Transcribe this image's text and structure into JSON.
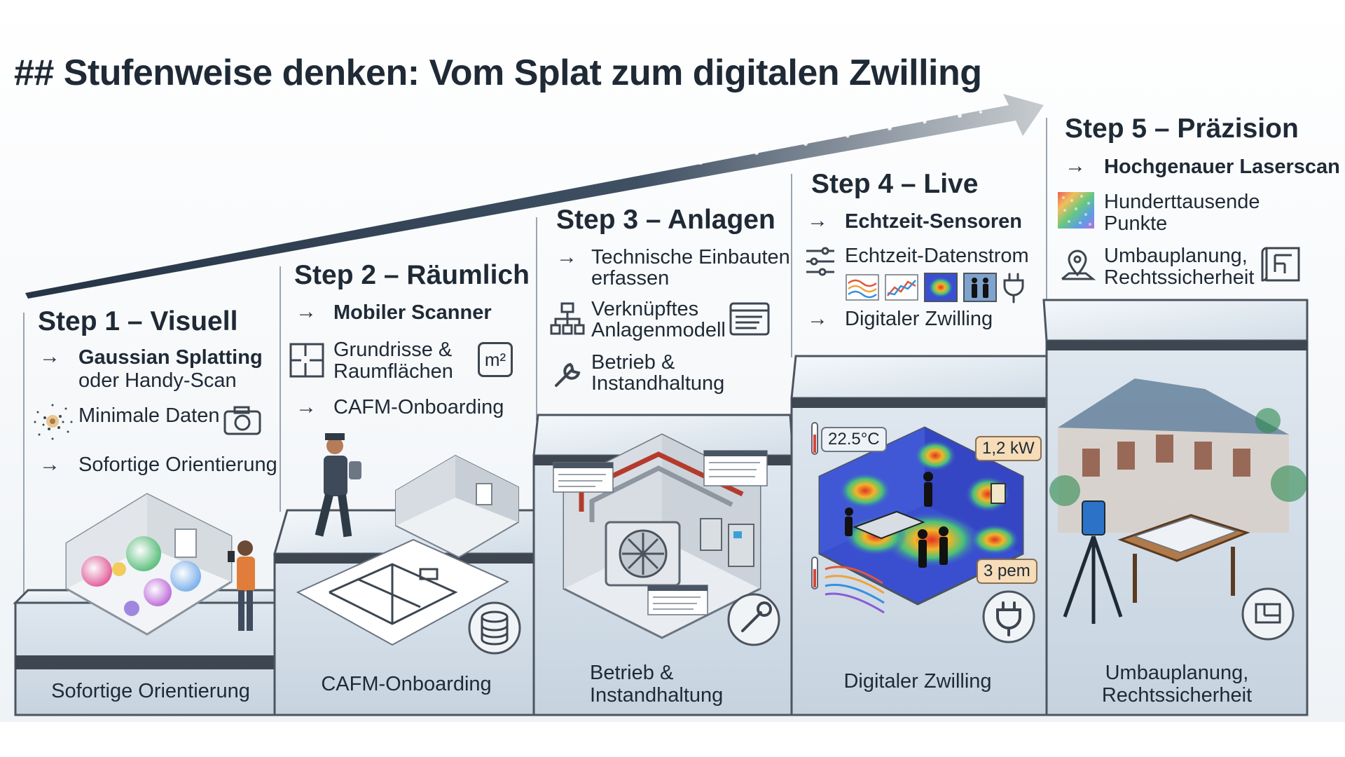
{
  "title": "## Stufenweise denken: Vom Splat zum digitalen Zwilling",
  "colors": {
    "platform_glass": "#c9d6e2",
    "platform_edge": "#4c5560",
    "arrow_dark": "#2b3a4a",
    "heat_warm": "#e0352a",
    "heat_cold": "#3346c8",
    "accent_orange": "#f6dcb8"
  },
  "steps": [
    {
      "heading": "Step 1 – Visuell",
      "lines": [
        {
          "arrow": "→",
          "text": "Gaussian Splatting",
          "bold": true
        },
        {
          "text": "oder Handy-Scan"
        },
        {
          "icon": "splat-dots-icon",
          "text": "Minimale Daten"
        },
        {
          "arrow": "→",
          "text": "Sofortige Orientierung"
        }
      ],
      "icons": [
        "splat-dots-icon",
        "camera-icon"
      ],
      "base_label": "Sofortige Orientierung"
    },
    {
      "heading": "Step 2 – Räumlich",
      "lines": [
        {
          "arrow": "→",
          "text": "Mobiler Scanner",
          "bold": true
        },
        {
          "icon": "floorplan-icon",
          "text": "Grundrisse &"
        },
        {
          "text": "Raumflächen"
        },
        {
          "arrow": "→",
          "text": "CAFM-Onboarding"
        }
      ],
      "icons": [
        "floorplan-icon",
        "square-meter-icon",
        "database-icon"
      ],
      "square_meter_label": "m²",
      "base_label": "CAFM-Onboarding"
    },
    {
      "heading": "Step 3 – Anlagen",
      "lines": [
        {
          "arrow": "→",
          "text": "Technische Einbauten"
        },
        {
          "text": "erfassen"
        },
        {
          "icon": "hierarchy-icon",
          "text": "Verknüpftes"
        },
        {
          "text": "Anlagenmodell"
        },
        {
          "icon": "wrench-icon",
          "text": "Betrieb &"
        },
        {
          "text": "Instandhaltung"
        }
      ],
      "icons": [
        "hierarchy-icon",
        "data-window-icon",
        "wrench-icon"
      ],
      "base_label_1": "Betrieb &",
      "base_label_2": "Instandhaltung"
    },
    {
      "heading": "Step 4 – Live",
      "lines": [
        {
          "arrow": "→",
          "text": "Echtzeit-Sensoren",
          "bold": true
        },
        {
          "icon": "sliders-icon",
          "text": "Echtzeit-Datenstrom"
        },
        {
          "arrow": "→",
          "text": "Digitaler Zwilling"
        }
      ],
      "icons": [
        "sliders-icon",
        "wave-chart-icon",
        "line-chart-icon",
        "heatmap-icon",
        "people-icon",
        "plug-icon"
      ],
      "temperature_tag": "22.5°C",
      "power_tag": "1,2 kW",
      "people_tag": "3 pem",
      "base_label": "Digitaler Zwilling"
    },
    {
      "heading": "Step 5 – Präzision",
      "lines": [
        {
          "arrow": "→",
          "text": "Hochgenauer Laserscan",
          "bold": true
        },
        {
          "icon": "point-cloud-icon",
          "text": "Hunderttausende"
        },
        {
          "text": "Punkte"
        },
        {
          "icon": "map-pin-icon",
          "text": "Umbauplanung,"
        },
        {
          "text": "Rechtssicherheit"
        }
      ],
      "icons": [
        "point-cloud-icon",
        "map-pin-icon",
        "blueprint-icon"
      ],
      "base_label_1": "Umbauplanung,",
      "base_label_2": "Rechtssicherheit"
    }
  ]
}
